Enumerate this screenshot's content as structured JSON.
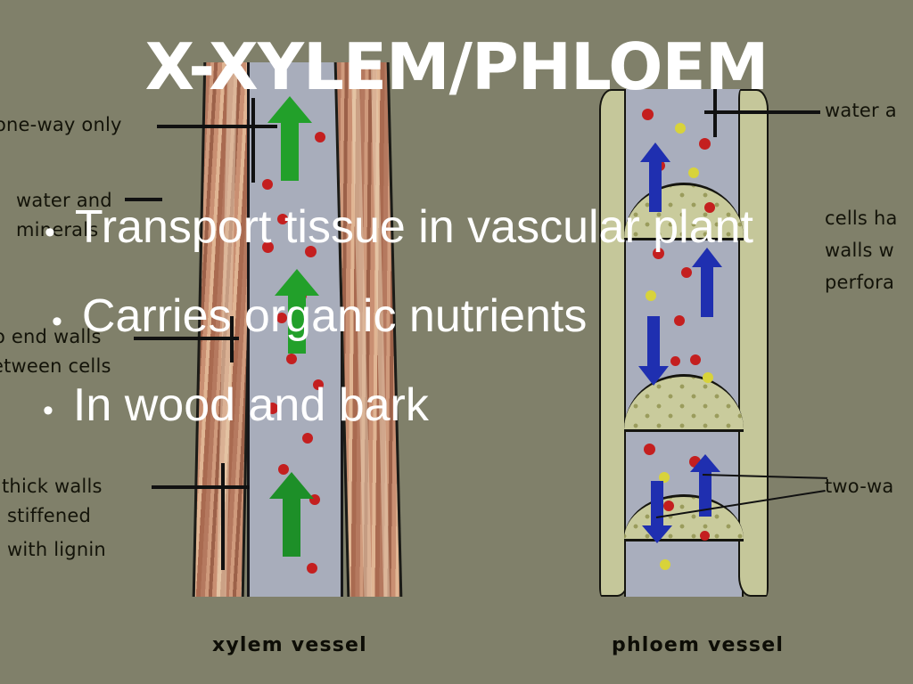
{
  "slide": {
    "title": "X-XYLEM/PHLOEM",
    "background_color": "#80806a",
    "text_color": "#ffffff",
    "bullet_mark": "•",
    "bullets": [
      "Transport tissue in vascular plant",
      "Carries organic nutrients",
      "In wood and bark"
    ]
  },
  "figure": {
    "captions": {
      "xylem": "xylem vessel",
      "phloem": "phloem vessel"
    },
    "labels": {
      "one_way": "one-way only",
      "water_minerals_line1": "water and",
      "water_minerals_line2": "minerals",
      "end_walls_line1": "o end walls",
      "end_walls_line2": "etween cells",
      "thick_walls_line1": "thick walls",
      "thick_walls_line2": "stiffened",
      "thick_walls_line3": "with lignin",
      "water_right": "water a",
      "cells_right_line1": "cells ha",
      "cells_right_line2": "walls w",
      "cells_right_line3": "perfora",
      "two_way": "two-wa"
    },
    "colors": {
      "xylem_wall": "#b5795f",
      "xylem_lumen": "#a8adbb",
      "xylem_arrow": "#22a02a",
      "phloem_lumen": "#a9aebd",
      "phloem_wall": "#c5c79a",
      "phloem_arrow": "#1f2fb0",
      "sieve_plate": "#c9cb9c",
      "particle_red": "#c41f1f",
      "particle_yellow": "#d8d33a",
      "outline": "#111111"
    }
  }
}
